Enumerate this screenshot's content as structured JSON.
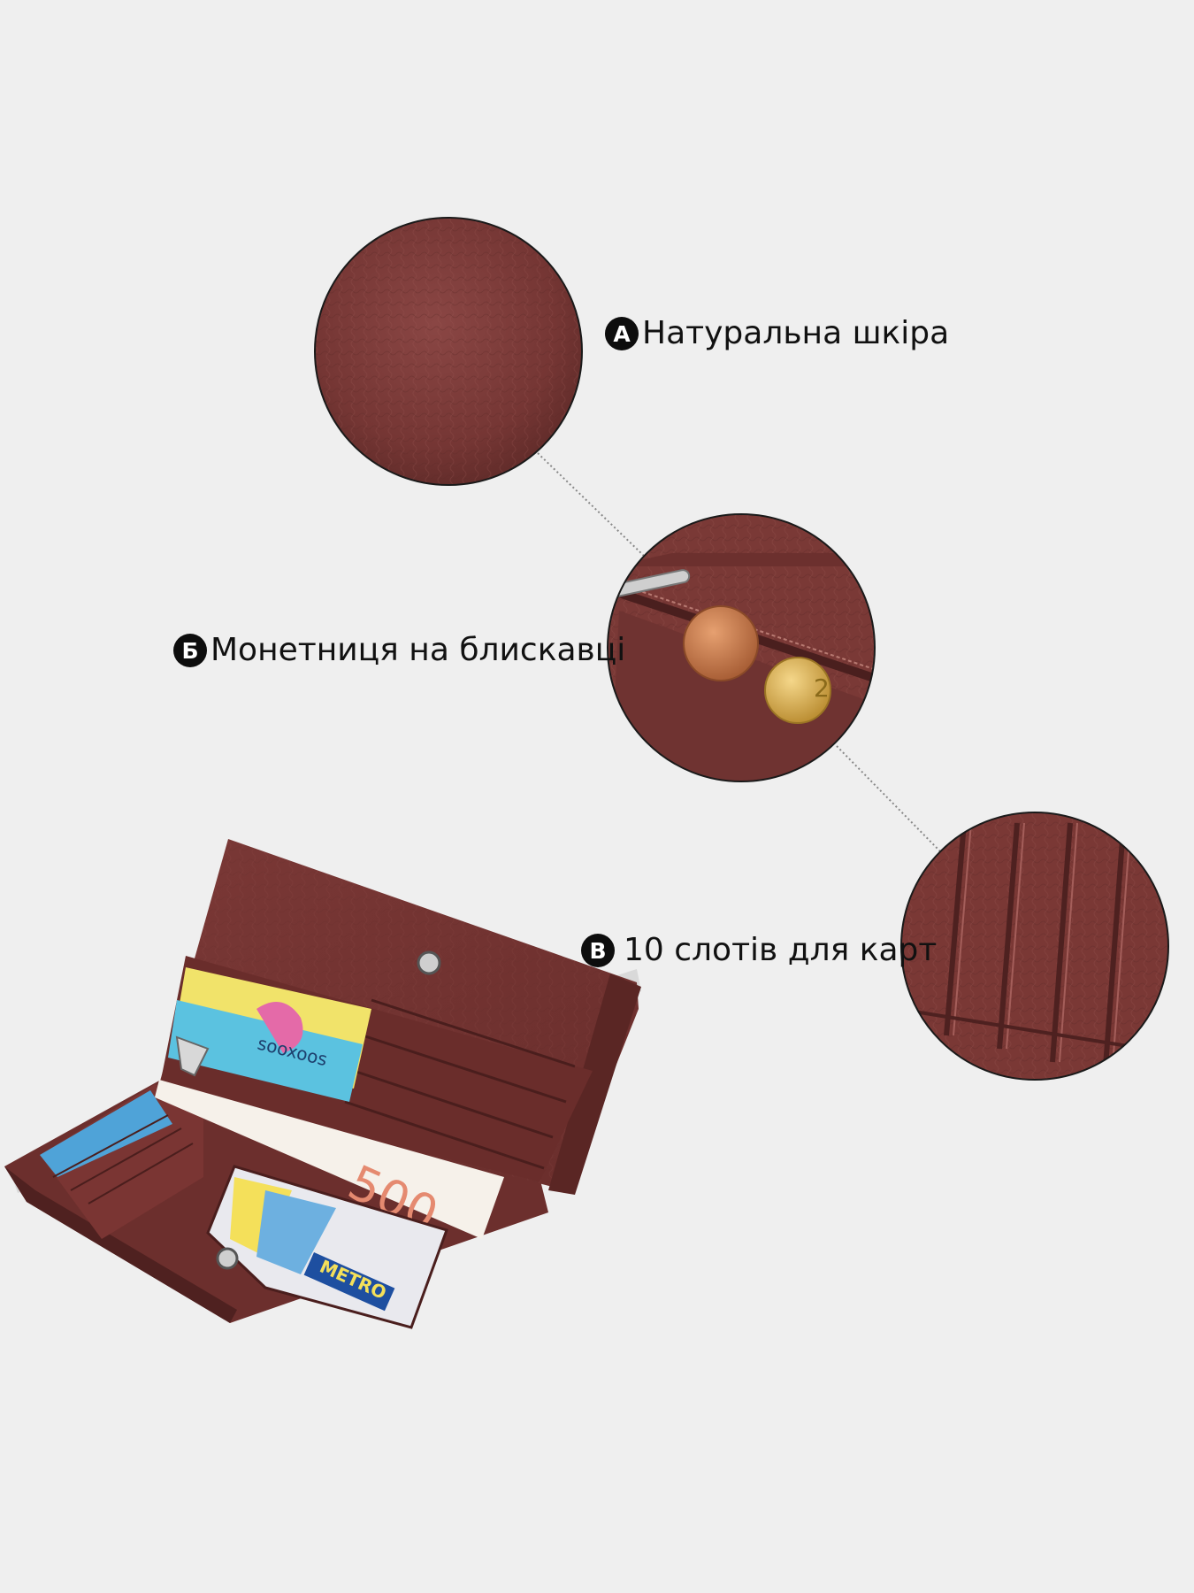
{
  "features": [
    {
      "letter": "A",
      "label": "Натуральна шкіра"
    },
    {
      "letter": "Б",
      "label": "Монетниця на блискавці"
    },
    {
      "letter": "В",
      "label": "10 слотів для карт"
    }
  ],
  "wallet": {
    "card_print_1": "METRO",
    "card_print_2": "500",
    "card_print_3": "sooxoos"
  },
  "colors": {
    "background": "#efefef",
    "leather": "#7c3a37",
    "leather_dark": "#5a2624",
    "badge": "#0d0d0d"
  }
}
